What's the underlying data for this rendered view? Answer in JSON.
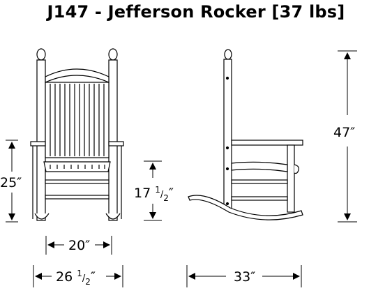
{
  "title": "J147 - Jefferson Rocker [37 lbs]",
  "dimensions": {
    "seat_height": "25″",
    "front_seat_height_whole": "17 ",
    "front_seat_height_frac": "1",
    "front_seat_height_denom": "2",
    "front_seat_height_mark": "″",
    "seat_width": "20″",
    "overall_width_whole": "26 ",
    "overall_width_frac": "1",
    "overall_width_denom": "2",
    "overall_width_mark": "″",
    "overall_height": "47″",
    "overall_depth": "33″"
  }
}
